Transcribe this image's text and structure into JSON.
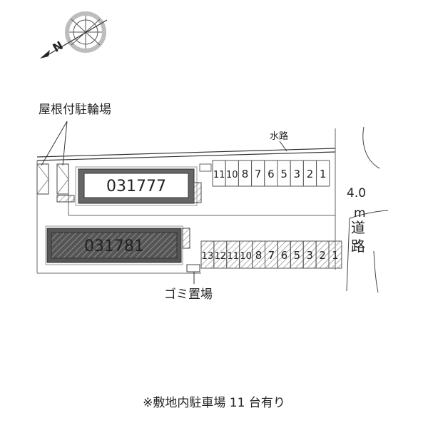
{
  "compass": {
    "north_label": "N"
  },
  "bicycle_parking": {
    "label": "屋根付駐輪場"
  },
  "waterway": {
    "label": "水路"
  },
  "road": {
    "width": "4.0",
    "unit": "m",
    "label_1": "道",
    "label_2": "路"
  },
  "buildings": [
    {
      "id": "031777"
    },
    {
      "id": "031781"
    }
  ],
  "parking_upper": [
    "11",
    "10",
    "8",
    "7",
    "6",
    "5",
    "3",
    "2",
    "1"
  ],
  "parking_lower": [
    "13",
    "12",
    "11",
    "10",
    "8",
    "7",
    "6",
    "5",
    "3",
    "2",
    "1"
  ],
  "garbage": {
    "label": "ゴミ置場"
  },
  "footer": {
    "note": "※敷地内駐車場 11 台有り"
  }
}
